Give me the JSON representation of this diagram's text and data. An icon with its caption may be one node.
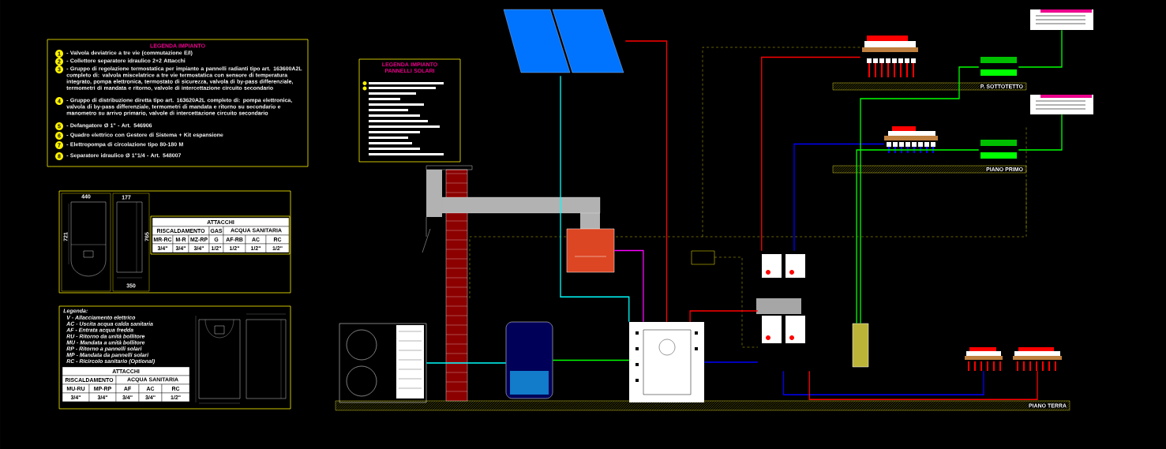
{
  "diagram": {
    "nodes": [
      {
        "text": [],
        "shape": "picture"
      },
      {
        "text": [],
        "shape": "box"
      },
      {
        "text": [],
        "shape": "picture"
      },
      {
        "text": [],
        "shape": "cylinder"
      },
      {
        "text": [],
        "shape": "picture"
      },
      {
        "text": [],
        "shape": "picture"
      },
      {
        "text": [],
        "shape": "box"
      },
      {
        "text": [],
        "shape": "picture"
      },
      {
        "text": [],
        "shape": "picture"
      },
      {
        "text": [],
        "shape": "picture"
      },
      {
        "text": [],
        "shape": "picture"
      },
      {
        "text": [],
        "shape": "picture"
      },
      {
        "text": [],
        "shape": "picture"
      },
      {
        "text": [],
        "shape": "picture"
      },
      {
        "text": [],
        "shape": "picture"
      }
    ],
    "edges": [
      {
        "from": 0,
        "to": 4,
        "arrow": "none",
        "color": "#ff0000"
      },
      {
        "from": 0,
        "to": 4,
        "arrow": "none",
        "color": "#00ffff"
      },
      {
        "from": 1,
        "to": 4,
        "arrow": "none",
        "color": "#ff00ff"
      },
      {
        "from": 2,
        "to": 3,
        "arrow": "none",
        "color": "#00ffff"
      },
      {
        "from": 3,
        "to": 4,
        "arrow": "none",
        "color": "#00ff00"
      },
      {
        "from": 4,
        "to": 5,
        "arrow": "none",
        "color": "#ff0000"
      },
      {
        "from": 4,
        "to": 5,
        "arrow": "none",
        "color": "#0000ff"
      },
      {
        "from": 5,
        "to": 7,
        "arrow": "none",
        "color": "#ff0000"
      },
      {
        "from": 5,
        "to": 8,
        "arrow": "none",
        "color": "#0000ff"
      },
      {
        "from": 5,
        "to": 9,
        "arrow": "none",
        "color": "#0000ff"
      },
      {
        "from": 5,
        "to": 10,
        "arrow": "none",
        "color": "#ff0000"
      },
      {
        "from": 6,
        "to": 13,
        "arrow": "none",
        "color": "#00ff00"
      },
      {
        "from": 6,
        "to": 14,
        "arrow": "none",
        "color": "#00ff00"
      },
      {
        "from": 13,
        "to": 11,
        "arrow": "none",
        "color": "#00ff00"
      },
      {
        "from": 14,
        "to": 12,
        "arrow": "none",
        "color": "#00ff00"
      }
    ],
    "labels": [
      "LEGENDA IMPIANTO",
      "1",
      "2",
      "3",
      "4",
      "5",
      "6",
      "7",
      "8",
      "- Valvola deviatrice a tre vie (commutazione E/I)",
      "- Collettore separatore idraulico 2+2 Attacchi",
      "- Gruppo di regolazione termostatica per impianto a pannelli radianti tipo art. 163600A2L completo di: valvola miscelatrice a tre vie termostatica con sensore di temperatura integrato, pompa elettronica, termostato di sicurezza, valvola di by-pass differenziale, termometri di mandata e ritorno, valvole di intercettazione circuito secondario",
      "- Gruppo di distribuzione diretta tipo art. 163620A2L completo di: pompa elettronica, valvola di by-pass differenziale, termometri di mandata e ritorno su secondario e manometro su arrivo primario, valvole di intercettazione circuito secondario",
      "- Defangatore Ø 1\" - Art. 546906",
      "- Quadro elettrico con Gestore di Sistema + Kit espansione",
      "- Elettropompa di circolazione tipo 80-180 M",
      "- Separatore idraulico Ø 1\"1/4 - Art. 548007",
      "LEGENDA IMPIANTO PANNELLI SOLARI",
      "440",
      "721",
      "177",
      "765",
      "350",
      "ATTACCHI",
      "RISCALDAMENTO",
      "GAS",
      "ACQUA SANITARIA",
      "MR-RC",
      "M-R",
      "MZ-RP",
      "G",
      "AF-RB",
      "AC",
      "RC",
      "3/4\"",
      "3/4\"",
      "3/4\"",
      "1/2\"",
      "1/2\"",
      "1/2\"",
      "1/2\"",
      "Legenda:",
      "V - Allacciamento elettrico",
      "AC - Uscita acqua calda sanitaria",
      "AF - Entrata acqua fredda",
      "RU - Ritorno da unità bollitore",
      "MU - Mandata a unità bollitore",
      "RP - Ritorno a pannelli solari",
      "MP - Mandata da pannelli solari",
      "RC - Ricircolo sanitario (Optional)",
      "ATTACCHI",
      "RISCALDAMENTO",
      "ACQUA SANITARIA",
      "MU-RU",
      "MP-RP",
      "AF",
      "AC",
      "RC",
      "3/4\"",
      "3/4\"",
      "3/4\"",
      "3/4\"",
      "1/2\"",
      "P. SOTTOTETTO",
      "PIANO PRIMO",
      "PIANO TERRA"
    ]
  }
}
